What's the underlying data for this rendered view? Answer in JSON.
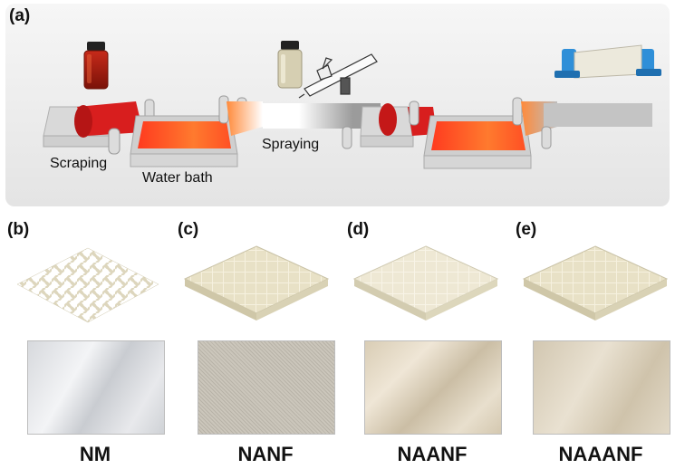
{
  "panels": {
    "a": {
      "label": "(a)"
    },
    "b": {
      "label": "(b)"
    },
    "c": {
      "label": "(c)"
    },
    "d": {
      "label": "(d)"
    },
    "e": {
      "label": "(e)"
    }
  },
  "process_steps": {
    "scraping": "Scraping",
    "water_bath": "Water bath",
    "spraying": "Spraying"
  },
  "samples": [
    {
      "name": "NM"
    },
    {
      "name": "NANF"
    },
    {
      "name": "NAANF"
    },
    {
      "name": "NAAANF"
    }
  ],
  "colors": {
    "background_panel": "#efefef",
    "red_slurry": "#d81e1e",
    "orange_bath": "#ff6a2a",
    "mesh_beige": "#e6dfc6",
    "clamp_blue": "#2f8fd8"
  }
}
